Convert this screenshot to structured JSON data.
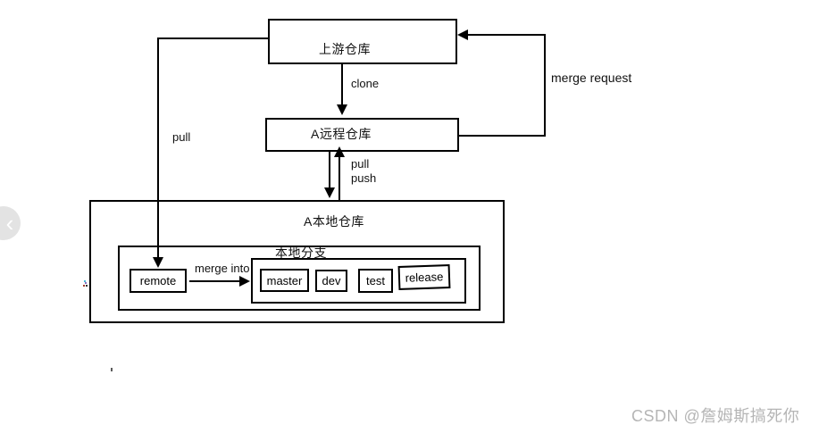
{
  "carousel": {
    "prev_icon": "‹"
  },
  "diagram": {
    "nodes": {
      "upstream_repo": "上游仓库",
      "remote_repo": "A远程仓库",
      "local_repo": "A本地仓库",
      "local_branches_title": "本地分支",
      "remote": "remote",
      "branches": [
        "master",
        "dev",
        "test",
        "release"
      ]
    },
    "edge_labels": {
      "clone": "clone",
      "pull_from_upstream": "pull",
      "pull": "pull",
      "push": "push",
      "merge_request": "merge request",
      "merge_into": "merge into"
    }
  },
  "watermark": "CSDN @詹姆斯搞死你",
  "colors": {
    "line": "#000000",
    "watermark_text": "#b5b5b5",
    "nav_circle": "#e3e3e3"
  }
}
